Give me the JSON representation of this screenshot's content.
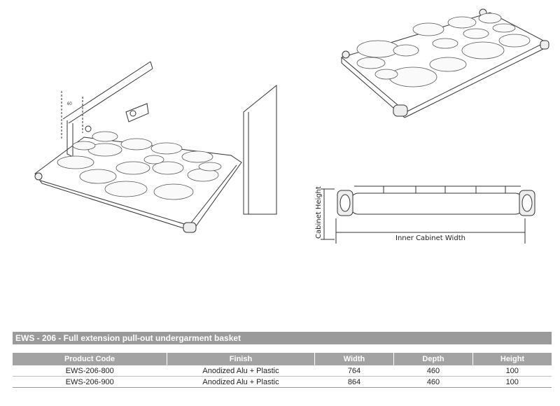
{
  "illustrations": {
    "installed_view": "installed-basket-drawing",
    "product_view": "basket-perspective-drawing",
    "front_view": "front-elevation-drawing",
    "dimension_width_label": "Inner Cabinet Width",
    "dimension_height_label": "Cabinet Height"
  },
  "product_table": {
    "title": "EWS - 206 - Full extension pull-out undergarment basket",
    "columns": [
      "Product Code",
      "Finish",
      "Width",
      "Depth",
      "Height"
    ],
    "rows": [
      [
        "EWS-206-800",
        "Anodized Alu + Plastic",
        "764",
        "460",
        "100"
      ],
      [
        "EWS-206-900",
        "Anodized Alu + Plastic",
        "864",
        "460",
        "100"
      ]
    ],
    "colors": {
      "header_bg": "#a3a3a3",
      "title_bg": "#9a9a9a",
      "header_text": "#ffffff"
    }
  }
}
